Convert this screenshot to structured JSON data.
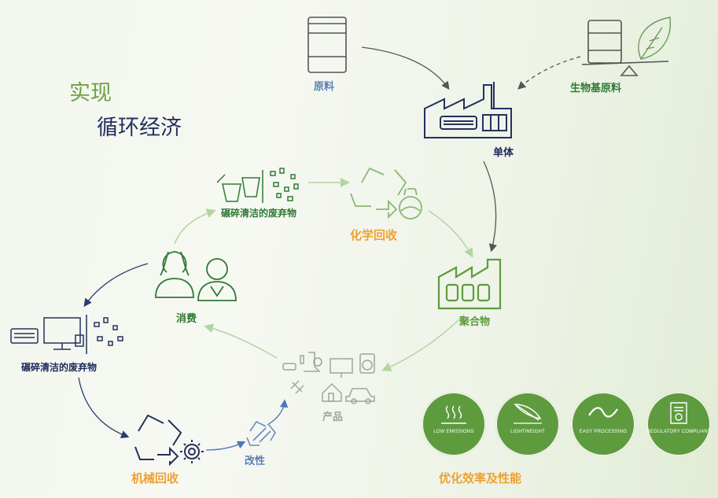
{
  "title": {
    "line1": "实现",
    "line2": "循环经济"
  },
  "nodes": {
    "raw_material": "原料",
    "bio_raw_material": "生物基原料",
    "monomer": "单体",
    "polymer": "聚合物",
    "products": "产品",
    "consumption": "消费",
    "crushed_waste_top": "碾碎清洁的废弃物",
    "crushed_waste_left": "碾碎清洁的废弃物",
    "chemical_recycling": "化学回收",
    "mechanical_recycling": "机械回收",
    "modification": "改性"
  },
  "benefits": {
    "title": "优化效率及性能",
    "items": [
      {
        "label": "LOW EMISSIONS",
        "icon": "heat-waves-icon"
      },
      {
        "label": "LIGHTWEIGHT",
        "icon": "feather-icon"
      },
      {
        "label": "EASY PROCESSING",
        "icon": "wave-icon"
      },
      {
        "label": "REGULATORY COMPLIANT",
        "icon": "certificate-icon"
      }
    ]
  },
  "colors": {
    "green": "#5e9b3f",
    "dark_green": "#2f7a34",
    "navy": "#1e2a5a",
    "blue": "#5a7fb4",
    "orange": "#f0a030"
  }
}
